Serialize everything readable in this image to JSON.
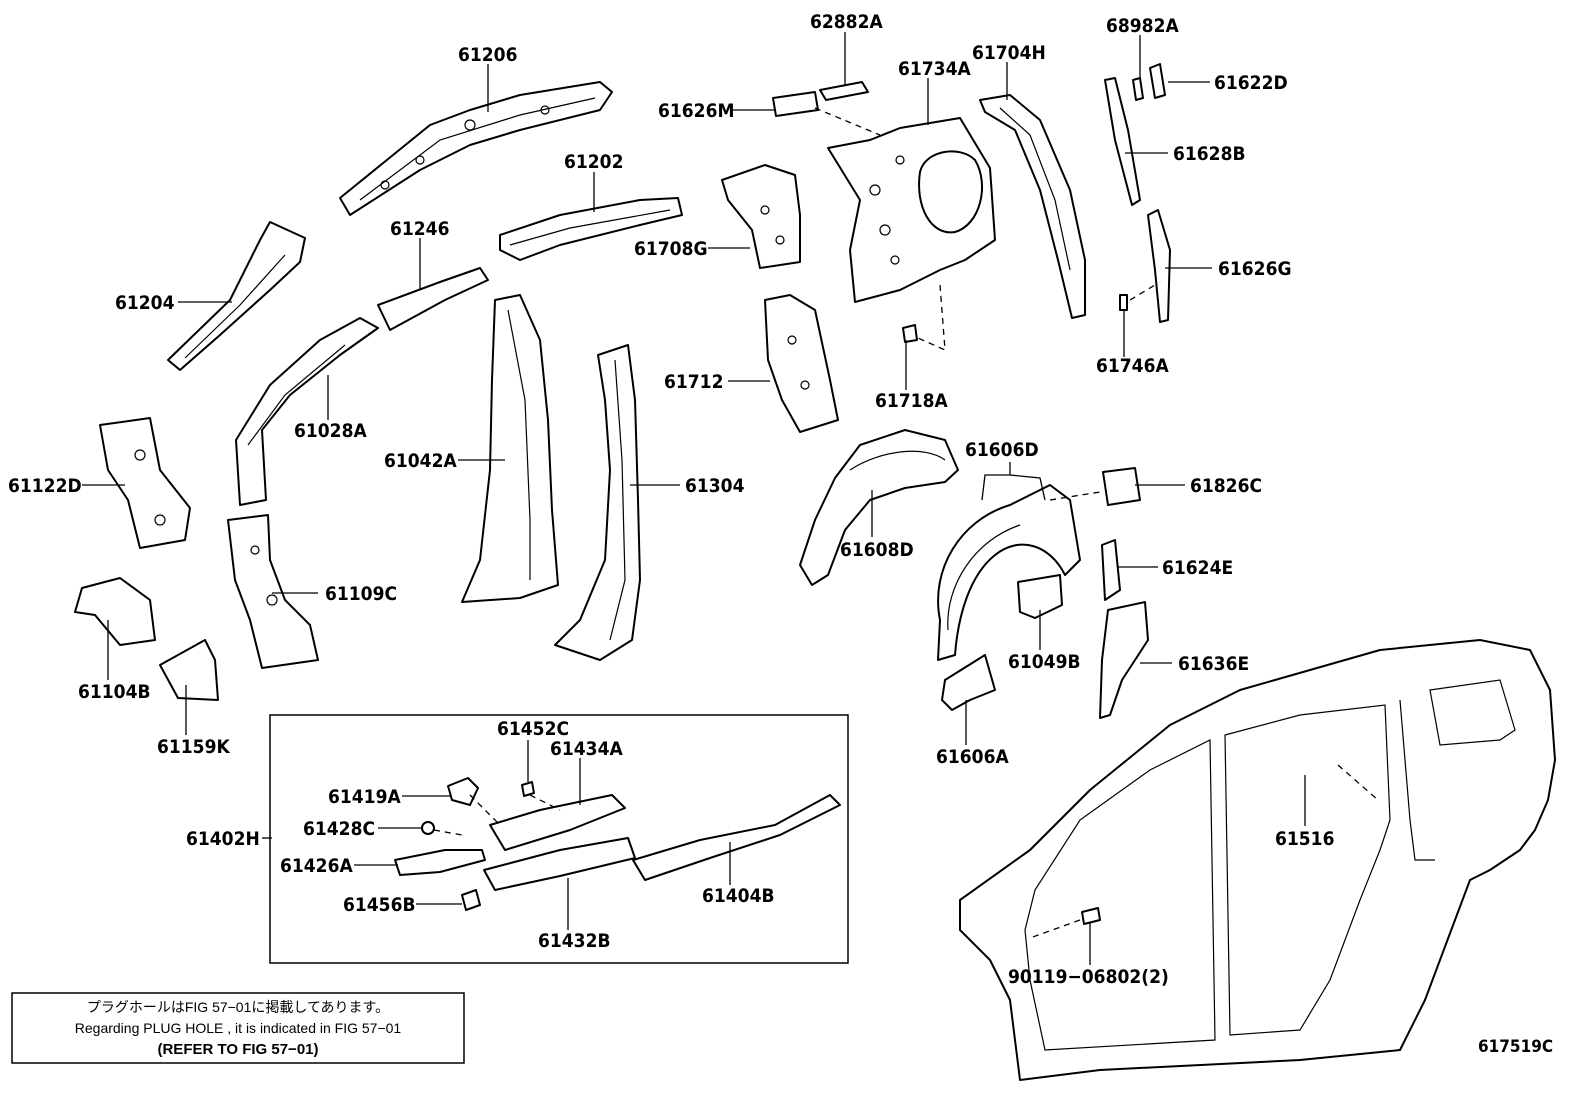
{
  "parts": {
    "p61206": "61206",
    "p62882A": "62882A",
    "p68982A": "68982A",
    "p61622D": "61622D",
    "p61626M": "61626M",
    "p61734A": "61734A",
    "p61704H": "61704H",
    "p61628B": "61628B",
    "p61202": "61202",
    "p61708G": "61708G",
    "p61626G": "61626G",
    "p61246": "61246",
    "p61204": "61204",
    "p61746A": "61746A",
    "p61712": "61712",
    "p61718A": "61718A",
    "p61028A": "61028A",
    "p61042A": "61042A",
    "p61122D": "61122D",
    "p61304": "61304",
    "p61606D": "61606D",
    "p61826C": "61826C",
    "p61608D": "61608D",
    "p61624E": "61624E",
    "p61109C": "61109C",
    "p61049B": "61049B",
    "p61636E": "61636E",
    "p61104B": "61104B",
    "p61159K": "61159K",
    "p61606A": "61606A",
    "p61452C": "61452C",
    "p61434A": "61434A",
    "p61419A": "61419A",
    "p61516": "61516",
    "p61428C": "61428C",
    "p61402H": "61402H",
    "p61426A": "61426A",
    "p61404B": "61404B",
    "p61456B": "61456B",
    "p61432B": "61432B",
    "p90119": "90119−06802(2)"
  },
  "note": {
    "line1": "プラグホールはFIG 57−01に掲載してあります。",
    "line2": "Regarding PLUG HOLE , it is indicated in FIG 57−01",
    "line3": "(REFER TO FIG 57−01)"
  },
  "figure_code": "617519C"
}
